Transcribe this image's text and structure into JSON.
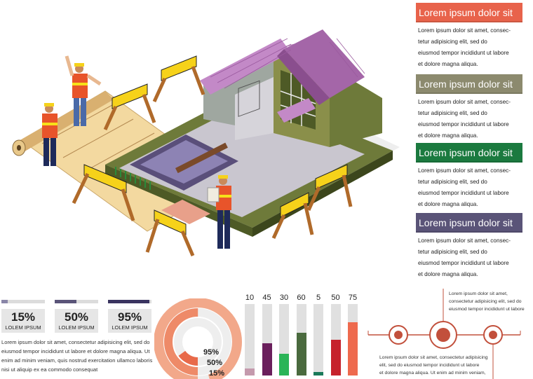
{
  "cards": [
    {
      "title": "Lorem ipsum dolor sit",
      "color": "#e8634b",
      "lines": [
        "Lorem ipsum dolor sit amet, consec-",
        "tetur adipisicing elit, sed do",
        "eiusmod tempor incididunt ut labore",
        "et dolore magna aliqua."
      ]
    },
    {
      "title": "Lorem ipsum dolor sit",
      "color": "#8c8a6e",
      "lines": [
        "Lorem ipsum dolor sit amet, consec-",
        "tetur adipisicing elit, sed do",
        "eiusmod tempor incididunt ut labore",
        "et dolore magna aliqua."
      ]
    },
    {
      "title": "Lorem ipsum dolor sit",
      "color": "#1b7a3f",
      "lines": [
        "Lorem ipsum dolor sit amet, consec-",
        "tetur adipisicing elit, sed do",
        "eiusmod tempor incididunt ut labore",
        "et dolore magna aliqua."
      ]
    },
    {
      "title": "Lorem ipsum dolor sit",
      "color": "#5a5478",
      "lines": [
        "Lorem ipsum dolor sit amet, consec-",
        "tetur adipisicing elit, sed do",
        "eiusmod tempor incididunt ut labore",
        "et dolore magna aliqua."
      ]
    }
  ],
  "stats": [
    {
      "value": "15%",
      "label": "LOLEM IPSUM",
      "fill": 0.15,
      "color": "#8a86a8"
    },
    {
      "value": "50%",
      "label": "LOLEM IPSUM",
      "fill": 0.5,
      "color": "#5a5478"
    },
    {
      "value": "95%",
      "label": "LOLEM IPSUM",
      "fill": 0.95,
      "color": "#3a3460"
    }
  ],
  "stats_paragraph": [
    "Lorem ipsum dolor sit amet, consectetur adipisicing elit, sed do",
    "eiusmod tempor incididunt ut labore et dolore magna aliqua. Ut",
    "enim ad minim veniam, quis nostrud exercitation ullamco laboris",
    "nisi ut aliquip ex ea commodo consequat"
  ],
  "ring_chart": {
    "rings": [
      {
        "label": "95%",
        "value": 95,
        "color": "#f2a88a"
      },
      {
        "label": "50%",
        "value": 50,
        "color": "#ee8a68"
      },
      {
        "label": "15%",
        "value": 15,
        "color": "#e86a4a"
      }
    ]
  },
  "bar_chart": {
    "values": [
      10,
      45,
      30,
      60,
      5,
      50,
      75
    ],
    "labels": [
      "10",
      "45",
      "30",
      "60",
      "5",
      "50",
      "75"
    ],
    "colors": [
      "#c49aad",
      "#6a1f5c",
      "#2ab457",
      "#4a6a3e",
      "#1a7a5a",
      "#c6222c",
      "#ee6a4e"
    ],
    "max": 100
  },
  "timeline": {
    "top_text": [
      "Lorem ipsum dolor sit amet,",
      "consectetur adipisicing elit, sed do",
      "eiusmod tempor incididunt ut labore"
    ],
    "bottom_text": [
      "Lorem ipsum dolor sit amet, consectetur adipisicing",
      "elit, sed do eiusmod tempor incididunt ut labore",
      "et dolore magna aliqua. Ut enim ad minim veniam,"
    ],
    "color": "#c2503c"
  }
}
